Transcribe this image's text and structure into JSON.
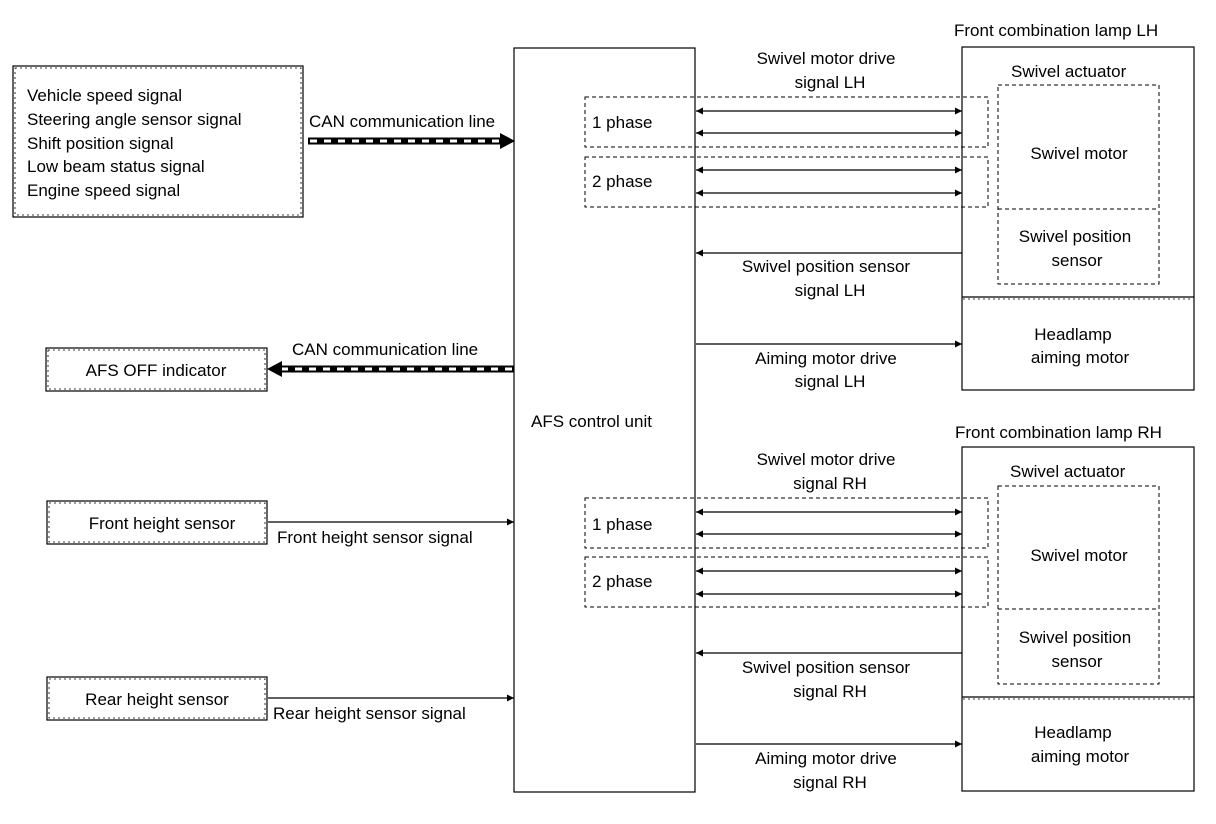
{
  "input_signals": [
    "Vehicle speed signal",
    "Steering angle sensor signal",
    "Shift position signal",
    "Low beam status signal",
    "Engine speed signal"
  ],
  "can_line_in_label": "CAN communication line",
  "can_line_out_label": "CAN communication line",
  "afs_off_indicator": "AFS OFF indicator",
  "front_height_sensor": "Front height sensor",
  "front_height_signal": "Front height sensor signal",
  "rear_height_sensor": "Rear height sensor",
  "rear_height_signal": "Rear height sensor signal",
  "control_unit": "AFS control unit",
  "lh": {
    "lamp_title": "Front combination lamp LH",
    "swivel_actuator": "Swivel actuator",
    "swivel_motor": "Swivel motor",
    "swivel_position_sensor": [
      "Swivel position",
      "sensor"
    ],
    "headlamp_motor": [
      "Headlamp",
      "aiming motor"
    ],
    "drive_signal": [
      "Swivel motor drive",
      "signal LH"
    ],
    "phase1": "1 phase",
    "phase2": "2 phase",
    "position_signal": [
      "Swivel position sensor",
      "signal LH"
    ],
    "aiming_signal": [
      "Aiming motor drive",
      "signal LH"
    ]
  },
  "rh": {
    "lamp_title": "Front combination lamp RH",
    "swivel_actuator": "Swivel actuator",
    "swivel_motor": "Swivel motor",
    "swivel_position_sensor": [
      "Swivel position",
      "sensor"
    ],
    "headlamp_motor": [
      "Headlamp",
      "aiming motor"
    ],
    "drive_signal": [
      "Swivel motor drive",
      "signal RH"
    ],
    "phase1": "1 phase",
    "phase2": "2 phase",
    "position_signal": [
      "Swivel position sensor",
      "signal RH"
    ],
    "aiming_signal": [
      "Aiming motor drive",
      "signal RH"
    ]
  }
}
